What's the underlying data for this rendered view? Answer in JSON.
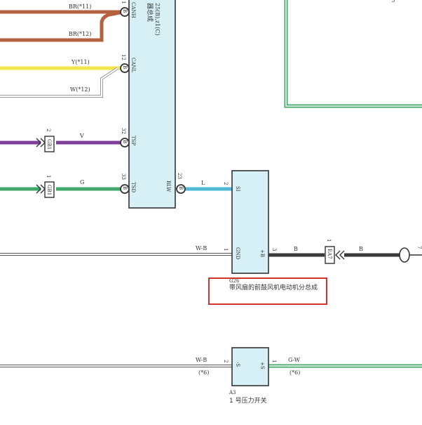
{
  "colors": {
    "brown": "#b5603f",
    "yellow": "#f4e64a",
    "purple": "#7e3f98",
    "green": "#41a86a",
    "blue": "#4fb9d6",
    "black": "#3a3a3a",
    "white_wire": "#9a9a9a",
    "component_fill": "#d7f0f6",
    "highlight_box": "#d0342c"
  },
  "ecu": {
    "header_lines": [
      "25(B),z1(C)",
      "器总成"
    ],
    "pins": [
      {
        "number": "1",
        "connector": "B",
        "name": "CANH"
      },
      {
        "number": "12",
        "connector": "B",
        "name": "CANL"
      },
      {
        "number": "32",
        "connector": "B",
        "name": "TSP"
      },
      {
        "number": "33",
        "connector": "B",
        "name": "TSD"
      },
      {
        "number": "23",
        "connector": "B",
        "name": "BLW"
      }
    ]
  },
  "wires": {
    "br11": "BR(*11)",
    "br12": "BR(*12)",
    "y11": "Y(*11)",
    "w12": "W(*12)",
    "v": "V",
    "g": "G",
    "l": "L",
    "wb_g26": "W-B",
    "b_left": "B",
    "b_right": "B",
    "wb_a3": "W-B",
    "gw_a3": "G-W",
    "note_a3_left": "(*6)",
    "note_a3_right": "(*6)"
  },
  "connectors": {
    "gb1": {
      "pin": "2",
      "id": "GB1"
    },
    "gb2": {
      "pin": "1",
      "id": "GB1"
    },
    "ea7": {
      "pin": "1",
      "id": "EA7"
    }
  },
  "fan_motor": {
    "code": "G26",
    "name": "带风扇的前鼓风机电动机分总成",
    "pin_si": {
      "number": "2",
      "name": "SI"
    },
    "pin_gnd": {
      "number": "1",
      "name": "GND"
    },
    "pin_b": {
      "number": "3",
      "name": "+B"
    }
  },
  "pressure_switch": {
    "code": "A3",
    "name": "1 号压力开关",
    "pin_left": {
      "number": "2",
      "name": "-S"
    },
    "pin_right": {
      "number": "1",
      "name": "+S"
    }
  },
  "fuse_label": "7"
}
